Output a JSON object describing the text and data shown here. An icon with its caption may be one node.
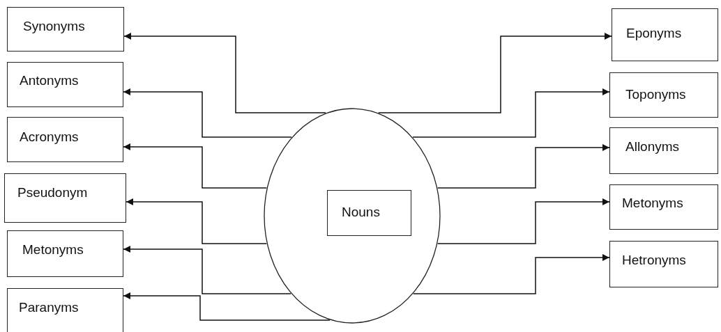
{
  "diagram": {
    "nodes": [
      {
        "text": [],
        "shape": "circle"
      },
      {
        "text": [
          "Nouns"
        ],
        "in": 0
      },
      {
        "text": [
          "Synonyms"
        ]
      },
      {
        "text": [
          "Antonyms"
        ]
      },
      {
        "text": [
          "Acronyms"
        ]
      },
      {
        "text": [
          "Pseudonym"
        ]
      },
      {
        "text": [
          "Metonyms"
        ]
      },
      {
        "text": [
          "Paranyms"
        ]
      },
      {
        "text": [
          "Eponyms"
        ]
      },
      {
        "text": [
          "Toponyms"
        ]
      },
      {
        "text": [
          "Allonyms"
        ]
      },
      {
        "text": [
          "Metonyms"
        ]
      },
      {
        "text": [
          "Hetronyms"
        ]
      }
    ],
    "edges": [
      {
        "from": 0,
        "to": 2,
        "arrow": "to"
      },
      {
        "from": 0,
        "to": 3,
        "arrow": "to"
      },
      {
        "from": 0,
        "to": 4,
        "arrow": "to"
      },
      {
        "from": 0,
        "to": 5,
        "arrow": "to"
      },
      {
        "from": 0,
        "to": 6,
        "arrow": "to"
      },
      {
        "from": 0,
        "to": 7,
        "arrow": "to"
      },
      {
        "from": 0,
        "to": 8,
        "arrow": "to"
      },
      {
        "from": 0,
        "to": 9,
        "arrow": "to"
      },
      {
        "from": 0,
        "to": 10,
        "arrow": "to"
      },
      {
        "from": 0,
        "to": 11,
        "arrow": "to"
      },
      {
        "from": 0,
        "to": 12,
        "arrow": "to"
      }
    ]
  }
}
